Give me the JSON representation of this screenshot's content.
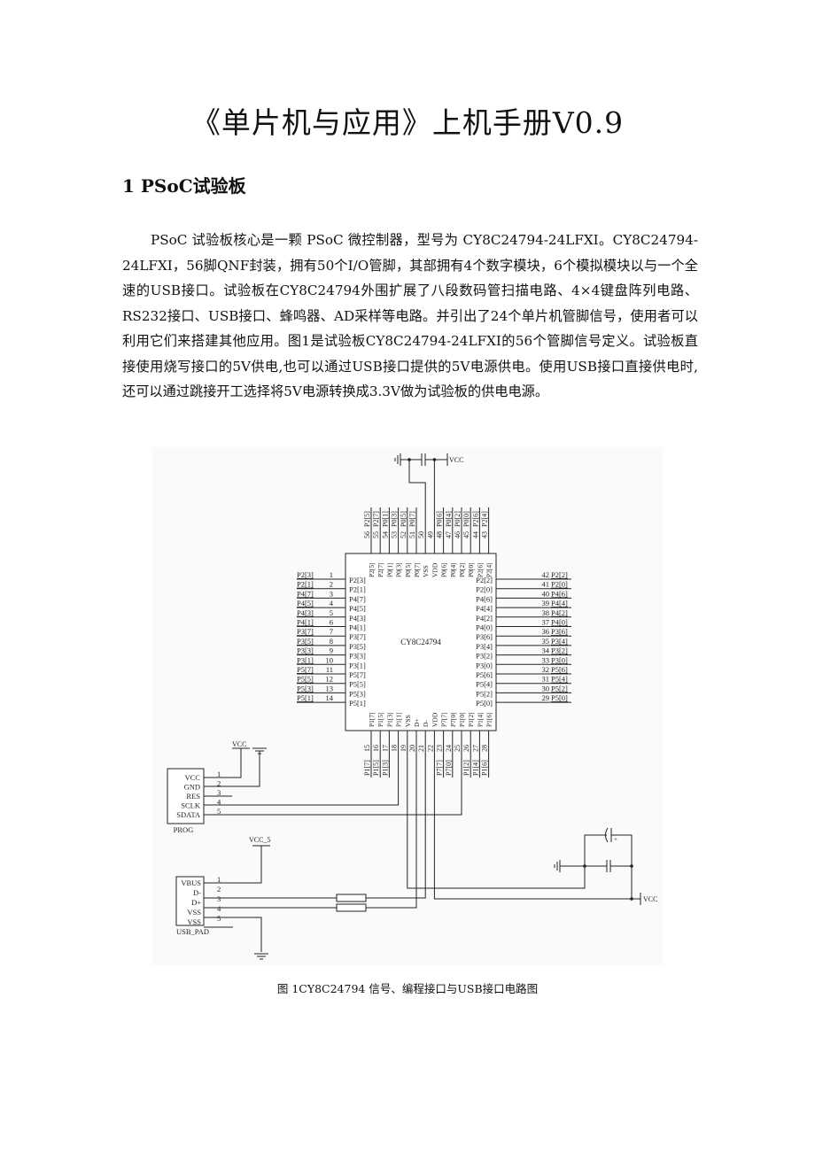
{
  "title": "《单片机与应用》上机手册V0.9",
  "section_heading": "1 PSoC试验板",
  "paragraph": "PSoC 试验板核心是一颗 PSoC 微控制器，型号为 CY8C24794-24LFXI。CY8C24794-24LFXI，56脚QNF封装，拥有50个I/O管脚，其部拥有4个数字模块，6个模拟模块以与一个全速的USB接口。试验板在CY8C24794外围扩展了八段数码管扫描电路、4×4键盘阵列电路、RS232接口、USB接口、蜂鸣器、AD采样等电路。并引出了24个单片机管脚信号，使用者可以利用它们来搭建其他应用。图1是试验板CY8C24794-24LFXI的56个管脚信号定义。试验板直接使用烧写接口的5V供电,也可以通过USB接口提供的5V电源供电。使用USB接口直接供电时,还可以通过跳接开工选择将5V电源转换成3.3V做为试验板的供电电源。",
  "figure": {
    "chip_label": "CY8C24794",
    "vcc_label": "VCC",
    "vcc5_label": "VCC_5",
    "plus_label": "+",
    "left_pins": [
      {
        "n": "1",
        "inner": "P2[3]",
        "outer": "P2[3]"
      },
      {
        "n": "2",
        "inner": "P2[1]",
        "outer": "P2[1]"
      },
      {
        "n": "3",
        "inner": "P4[7]",
        "outer": "P4[7]"
      },
      {
        "n": "4",
        "inner": "P4[5]",
        "outer": "P4[5]"
      },
      {
        "n": "5",
        "inner": "P4[3]",
        "outer": "P4[3]"
      },
      {
        "n": "6",
        "inner": "P4[1]",
        "outer": "P4[1]"
      },
      {
        "n": "7",
        "inner": "P3[7]",
        "outer": "P3[7]"
      },
      {
        "n": "8",
        "inner": "P3[5]",
        "outer": "P3[5]"
      },
      {
        "n": "9",
        "inner": "P3[3]",
        "outer": "P3[3]"
      },
      {
        "n": "10",
        "inner": "P3[1]",
        "outer": "P3[1]"
      },
      {
        "n": "11",
        "inner": "P5[7]",
        "outer": "P5[7]"
      },
      {
        "n": "12",
        "inner": "P5[5]",
        "outer": "P5[5]"
      },
      {
        "n": "13",
        "inner": "P5[3]",
        "outer": "P5[3]"
      },
      {
        "n": "14",
        "inner": "P5[1]",
        "outer": "P5[1]"
      }
    ],
    "right_pins": [
      {
        "n": "42",
        "inner": "P2[2]",
        "outer": "P2[2]"
      },
      {
        "n": "41",
        "inner": "P2[0]",
        "outer": "P2[0]"
      },
      {
        "n": "40",
        "inner": "P4[6]",
        "outer": "P4[6]"
      },
      {
        "n": "39",
        "inner": "P4[4]",
        "outer": "P4[4]"
      },
      {
        "n": "38",
        "inner": "P4[2]",
        "outer": "P4[2]"
      },
      {
        "n": "37",
        "inner": "P4[0]",
        "outer": "P4[0]"
      },
      {
        "n": "36",
        "inner": "P3[6]",
        "outer": "P3[6]"
      },
      {
        "n": "35",
        "inner": "P3[4]",
        "outer": "P3[4]"
      },
      {
        "n": "34",
        "inner": "P3[2]",
        "outer": "P3[2]"
      },
      {
        "n": "33",
        "inner": "P3[0]",
        "outer": "P3[0]"
      },
      {
        "n": "32",
        "inner": "P5[6]",
        "outer": "P5[6]"
      },
      {
        "n": "31",
        "inner": "P5[4]",
        "outer": "P5[4]"
      },
      {
        "n": "30",
        "inner": "P5[2]",
        "outer": "P5[2]"
      },
      {
        "n": "29",
        "inner": "P5[0]",
        "outer": "P5[0]"
      }
    ],
    "top_pins": [
      {
        "n": "56",
        "inner": "P2[5]",
        "outer": "P2[5]"
      },
      {
        "n": "55",
        "inner": "P2[7]",
        "outer": "P2[7]"
      },
      {
        "n": "54",
        "inner": "P0[1]",
        "outer": "P0[1]"
      },
      {
        "n": "53",
        "inner": "P0[3]",
        "outer": "P0[3]"
      },
      {
        "n": "52",
        "inner": "P0[5]",
        "outer": "P0[5]"
      },
      {
        "n": "51",
        "inner": "P0[7]",
        "outer": "P0[7]"
      },
      {
        "n": "50",
        "inner": "VSS",
        "outer": ""
      },
      {
        "n": "49",
        "inner": "VDD",
        "outer": ""
      },
      {
        "n": "48",
        "inner": "P0[6]",
        "outer": "P0[6]"
      },
      {
        "n": "47",
        "inner": "P0[4]",
        "outer": "P0[4]"
      },
      {
        "n": "46",
        "inner": "P0[2]",
        "outer": "P0[2]"
      },
      {
        "n": "45",
        "inner": "P0[0]",
        "outer": "P0[0]"
      },
      {
        "n": "44",
        "inner": "P2[6]",
        "outer": "P2[6]"
      },
      {
        "n": "43",
        "inner": "P2[4]",
        "outer": "P2[4]"
      }
    ],
    "bottom_pins": [
      {
        "n": "15",
        "inner": "P1[7]",
        "outer": "P1[7]"
      },
      {
        "n": "16",
        "inner": "P1[5]",
        "outer": "P1[5]"
      },
      {
        "n": "17",
        "inner": "P1[3]",
        "outer": "P1[3]"
      },
      {
        "n": "18",
        "inner": "P1[1]",
        "outer": ""
      },
      {
        "n": "19",
        "inner": "VSS",
        "outer": ""
      },
      {
        "n": "20",
        "inner": "D+",
        "outer": ""
      },
      {
        "n": "21",
        "inner": "D-",
        "outer": ""
      },
      {
        "n": "22",
        "inner": "VDD",
        "outer": ""
      },
      {
        "n": "23",
        "inner": "P7[7]",
        "outer": "P7[7]"
      },
      {
        "n": "24",
        "inner": "P7[0]",
        "outer": "P7[0]"
      },
      {
        "n": "25",
        "inner": "P1[0]",
        "outer": ""
      },
      {
        "n": "26",
        "inner": "P1[2]",
        "outer": "P1[2]"
      },
      {
        "n": "27",
        "inner": "P1[4]",
        "outer": "P1[4]"
      },
      {
        "n": "28",
        "inner": "P1[6]",
        "outer": "P1[6]"
      }
    ],
    "prog": {
      "name": "PROG",
      "pins": [
        {
          "n": "1",
          "label": "VCC"
        },
        {
          "n": "2",
          "label": "GND"
        },
        {
          "n": "3",
          "label": "RES"
        },
        {
          "n": "4",
          "label": "SCLK"
        },
        {
          "n": "5",
          "label": "SDATA"
        }
      ]
    },
    "usb": {
      "name": "USB_PAD",
      "pins": [
        {
          "n": "1",
          "label": "VBUS"
        },
        {
          "n": "2",
          "label": "D-"
        },
        {
          "n": "3",
          "label": "D+"
        },
        {
          "n": "4",
          "label": "VSS"
        },
        {
          "n": "5",
          "label": "VSS"
        }
      ]
    }
  },
  "caption": "图 1CY8C24794 信号、编程接口与USB接口电路图"
}
